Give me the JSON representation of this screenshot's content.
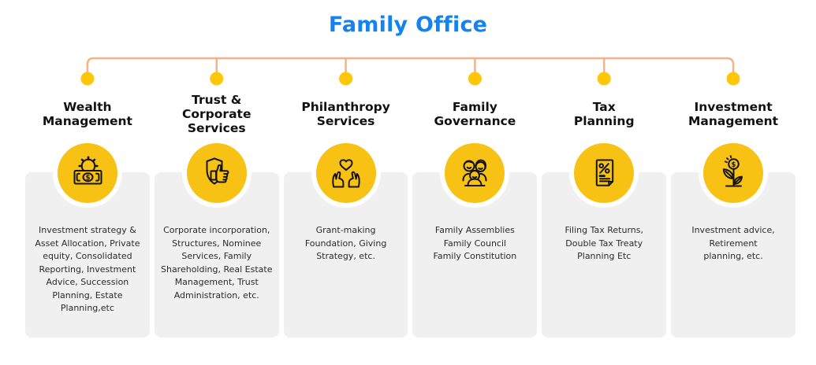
{
  "title": "Family Office",
  "theme": {
    "title_color": "#1383F1",
    "line_color": "#F8B183",
    "dot_color": "#FFC60A",
    "circle_color": "#F7C213",
    "card_color": "#F0F0F0",
    "heading_color": "#111111",
    "body_color": "#2b2b2b",
    "icon_stroke": "#141414"
  },
  "icons": {
    "dollar_glyph": "$"
  },
  "branches": [
    {
      "heading": "Wealth\nManagement",
      "body": "Investment strategy &\nAsset Allocation, Private\nequity, Consolidated\nReporting, Investment\nAdvice, Succession\nPlanning, Estate\nPlanning,etc"
    },
    {
      "heading": "Trust &\nCorporate\nServices",
      "body": "Corporate incorporation,\nStructures, Nominee\nServices, Family\nShareholding, Real Estate\nManagement, Trust\nAdministration, etc."
    },
    {
      "heading": "Philanthropy\nServices",
      "body": "Grant-making\nFoundation, Giving\nStrategy, etc."
    },
    {
      "heading": "Family\nGovernance",
      "body": "Family Assemblies\nFamily Council\nFamily Constitution"
    },
    {
      "heading": "Tax\nPlanning",
      "body": "Filing Tax Returns,\nDouble Tax Treaty\nPlanning  Etc"
    },
    {
      "heading": "Investment\nManagement",
      "body": "Investment advice,\nRetirement\nplanning, etc."
    }
  ]
}
